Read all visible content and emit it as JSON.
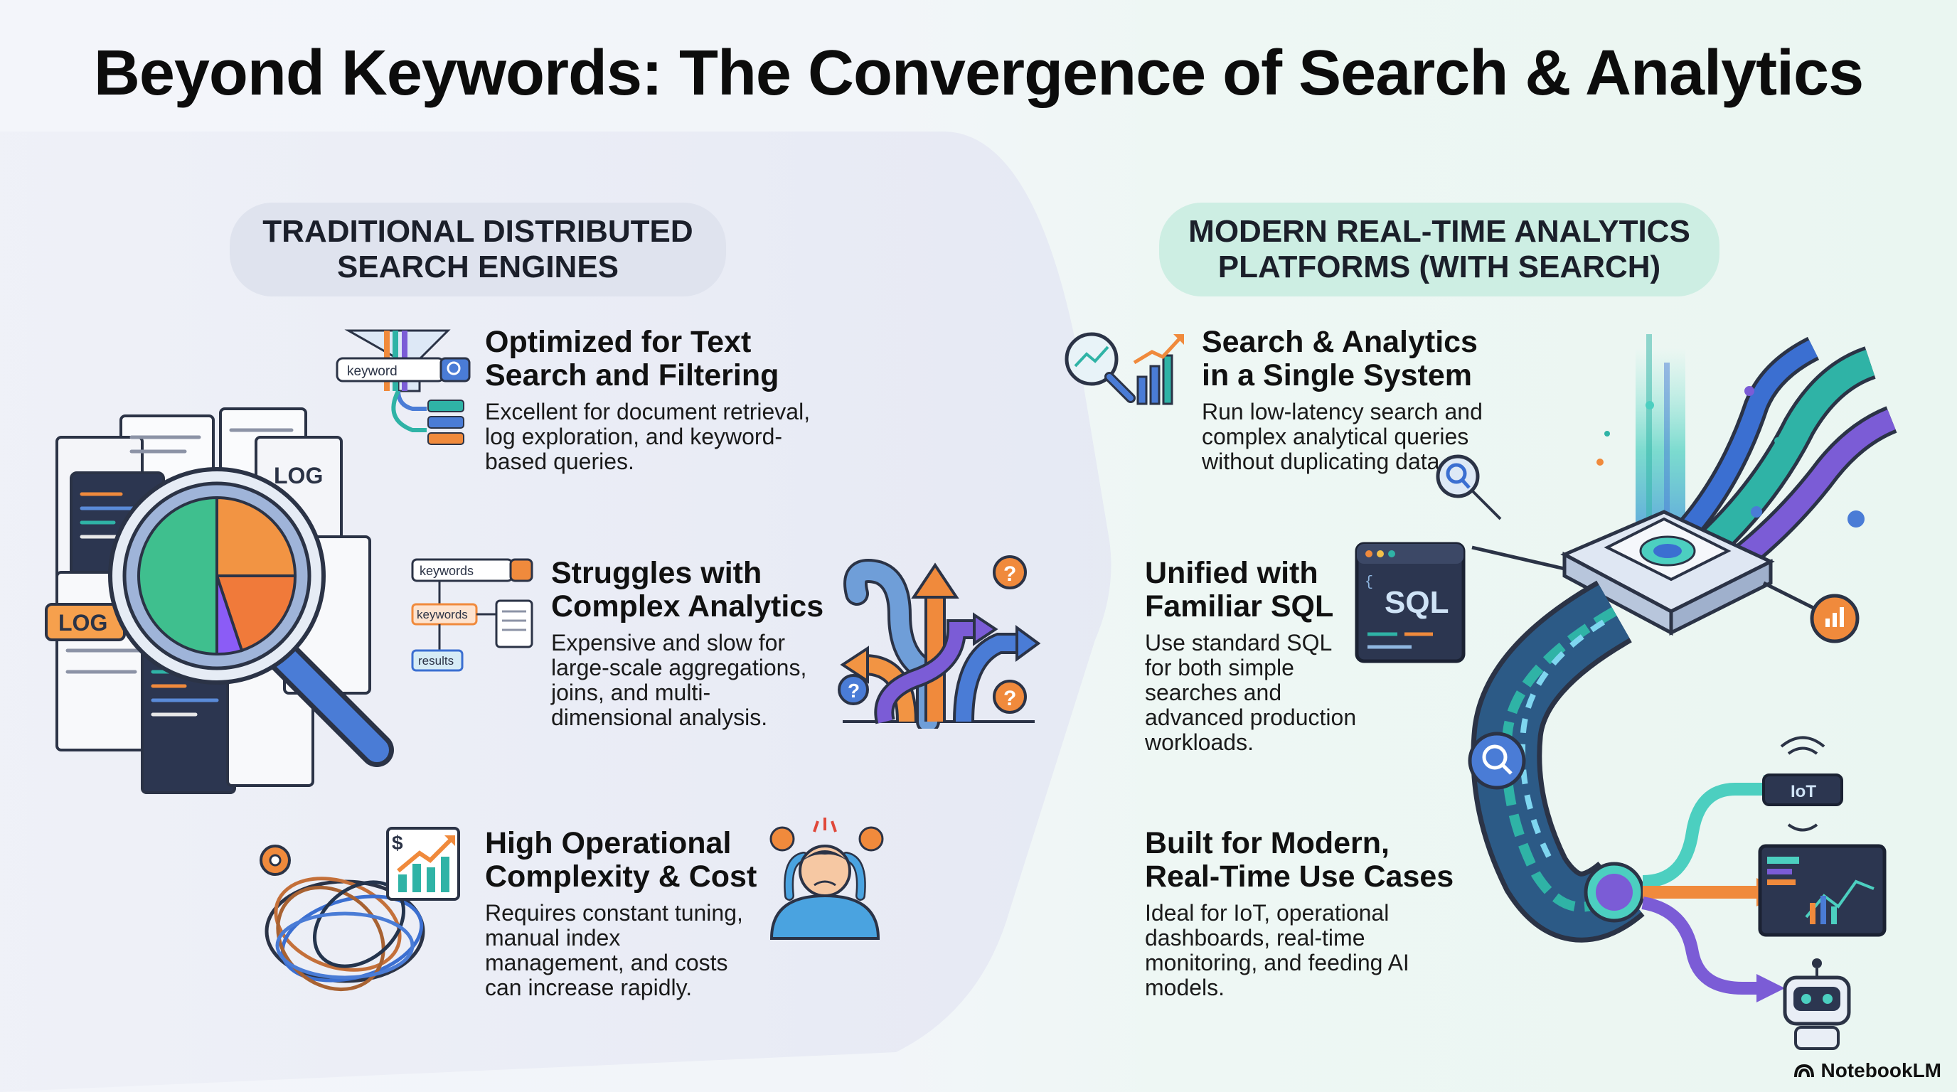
{
  "title": "Beyond Keywords: The Convergence of Search & Analytics",
  "left": {
    "header_line1": "TRADITIONAL DISTRIBUTED",
    "header_line2": "SEARCH ENGINES",
    "illustration_labels": {
      "log_a": "LOG",
      "log_b": "LOG"
    },
    "items": [
      {
        "title_line1": "Optimized for Text",
        "title_line2": "Search and Filtering",
        "body": "Excellent for document retrieval, log exploration, and keyword-based queries.",
        "icon": "search-funnel-icon",
        "icon_label": "keyword"
      },
      {
        "title_line1": "Struggles with",
        "title_line2": "Complex Analytics",
        "body": "Expensive and slow for large-scale aggregations, joins, and multi-dimensional analysis.",
        "icon": "query-flow-icon",
        "icon_labels": [
          "keywords",
          "keywords",
          "results"
        ]
      },
      {
        "title_line1": "High Operational",
        "title_line2": "Complexity & Cost",
        "body": "Requires constant tuning, manual index management, and costs can increase rapidly.",
        "icon": "tangled-wires-icon",
        "icon_label": "$"
      }
    ]
  },
  "right": {
    "header_line1": "MODERN REAL-TIME ANALYTICS",
    "header_line2": "PLATFORMS (WITH SEARCH)",
    "items": [
      {
        "title_line1": "Search & Analytics",
        "title_line2": "in a Single System",
        "body": "Run low-latency search and complex analytical queries without duplicating data.",
        "icon": "search-chart-icon"
      },
      {
        "title_line1": "Unified with",
        "title_line2": "Familiar SQL",
        "body": "Use standard SQL for both simple searches and advanced production workloads.",
        "icon": "sql-window-icon",
        "icon_label": "SQL"
      },
      {
        "title_line1": "Built for Modern,",
        "title_line2": "Real-Time Use Cases",
        "body": "Ideal for IoT, operational dashboards, real-time monitoring, and feeding AI models.",
        "icon": "pipeline-icon",
        "icon_label": "IoT"
      }
    ]
  },
  "brand": "NotebookLM",
  "colors": {
    "left_pill": "#dfe3ee",
    "right_pill": "#cdeee3",
    "teal": "#2fb3a6",
    "orange": "#f08a3c",
    "purple": "#7b5cd6",
    "blue": "#3b6fd1",
    "navy": "#24344d"
  }
}
